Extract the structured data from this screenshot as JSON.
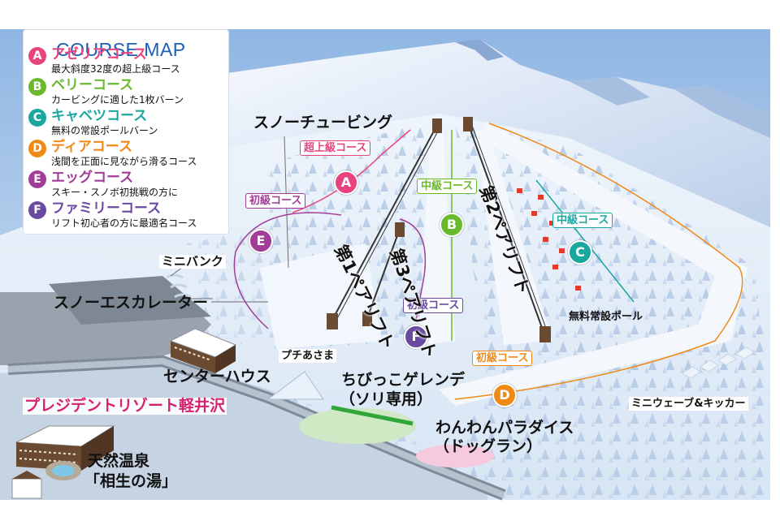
{
  "legend": {
    "title": "COURSE MAP",
    "items": [
      {
        "letter": "A",
        "name": "アゼリアコース",
        "desc": "最大斜度32度の超上級コース",
        "color": "#e8437f"
      },
      {
        "letter": "B",
        "name": "ベリーコース",
        "desc": "カービングに適した1枚バーン",
        "color": "#6ab92c"
      },
      {
        "letter": "C",
        "name": "キャベツコース",
        "desc": "無料の常設ポールバーン",
        "color": "#1aa7a0"
      },
      {
        "letter": "D",
        "name": "ディアコース",
        "desc": "浅間を正面に見ながら滑るコース",
        "color": "#ef8a17"
      },
      {
        "letter": "E",
        "name": "エッグコース",
        "desc": "スキー・スノボ初挑戦の方に",
        "color": "#a03d96"
      },
      {
        "letter": "F",
        "name": "ファミリーコース",
        "desc": "リフト初心者の方に最適名コース",
        "color": "#6a4aa0"
      }
    ]
  },
  "colors": {
    "A": "#e8437f",
    "B": "#6ab92c",
    "C": "#1aa7a0",
    "D": "#ef8a17",
    "E": "#a03d96",
    "F": "#6a4aa0",
    "resort": "#d6226e"
  },
  "course_tags": {
    "A_level": "超上級コース",
    "B_level": "中級コース",
    "C_level": "中級コース",
    "D_level": "初級コース",
    "E_level": "初級コース",
    "F_level": "初級コース"
  },
  "lifts": {
    "lift1": "第1ペアリフト",
    "lift2": "第2ペアリフト",
    "lift3": "第3ペアリフト"
  },
  "places": {
    "snow_tubing": "スノーチュービング",
    "mini_bank": "ミニバンク",
    "snow_escalator": "スノーエスカレーター",
    "center_house": "センターハウス",
    "resort_name": "プレジデントリゾート軽井沢",
    "onsen_line1": "天然温泉",
    "onsen_line2": "「相生の湯」",
    "petit_asama": "プチあさま",
    "chibikko_line1": "ちびっこゲレンデ",
    "chibikko_line2": "（ソリ専用）",
    "wanwan_line1": "わんわんパラダイス",
    "wanwan_line2": "（ドッグラン）",
    "free_pole": "無料常設ポール",
    "mini_wave": "ミニウェーブ&キッカー"
  }
}
